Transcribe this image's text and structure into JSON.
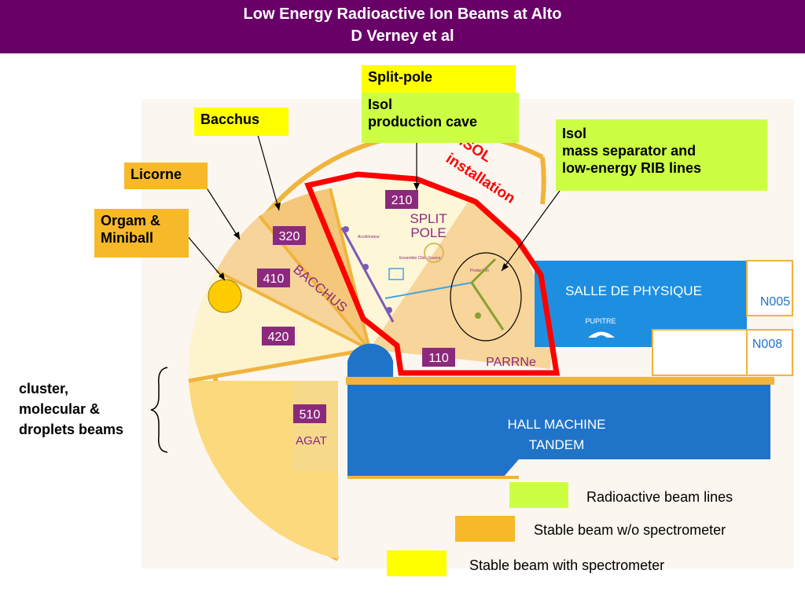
{
  "header": {
    "title_line1": "Low Energy Radioactive Ion Beams at Alto",
    "title_line2": "D Verney et al"
  },
  "callouts": {
    "split_pole": "Split-pole",
    "isol_cave_line1": "Isol",
    "isol_cave_line2": "production cave",
    "bacchus": "Bacchus",
    "licorne": "Licorne",
    "orgam_line1": "Orgam &",
    "orgam_line2": "Miniball",
    "isol_sep_line1": "Isol",
    "isol_sep_line2": "mass separator and",
    "isol_sep_line3": "low-energy RIB lines",
    "cluster_line1": "cluster,",
    "cluster_line2": "molecular &",
    "cluster_line3": "droplets beams",
    "isol_installation_line1": "ISOL",
    "isol_installation_line2": "installation"
  },
  "map": {
    "room_320": "320",
    "room_410": "410",
    "room_420": "420",
    "room_510": "510",
    "room_210": "210",
    "room_110": "110",
    "bacchus_label": "BACCHUS",
    "split_pole_line1": "SPLIT",
    "split_pole_line2": "POLE",
    "agat": "AGAT",
    "parrne": "PARRNe",
    "salle_de_physique": "SALLE DE PHYSIQUE",
    "pupitre": "PUPITRE",
    "n005": "N005",
    "n008": "N008",
    "hall_line1": "HALL MACHINE",
    "hall_line2": "TANDEM",
    "small_accelerateur": "Accélérateur",
    "small_production": "Production",
    "small_ensemble": "Ensemble Cible-Source"
  },
  "legend": [
    {
      "label": "Radioactive beam lines",
      "color": "#ccff44"
    },
    {
      "label": "Stable beam w/o spectrometer",
      "color": "#f7b92a"
    },
    {
      "label": "Stable beam with spectrometer",
      "color": "#ffff00"
    }
  ],
  "colors": {
    "header_bg": "#680068",
    "isol_outline": "#ff0000",
    "hall_blue": "#1f74c9",
    "room_tag": "#8b2a7c",
    "callout_green": "#ccff44",
    "callout_yellow": "#ffff00",
    "callout_orange": "#f7b92a"
  }
}
